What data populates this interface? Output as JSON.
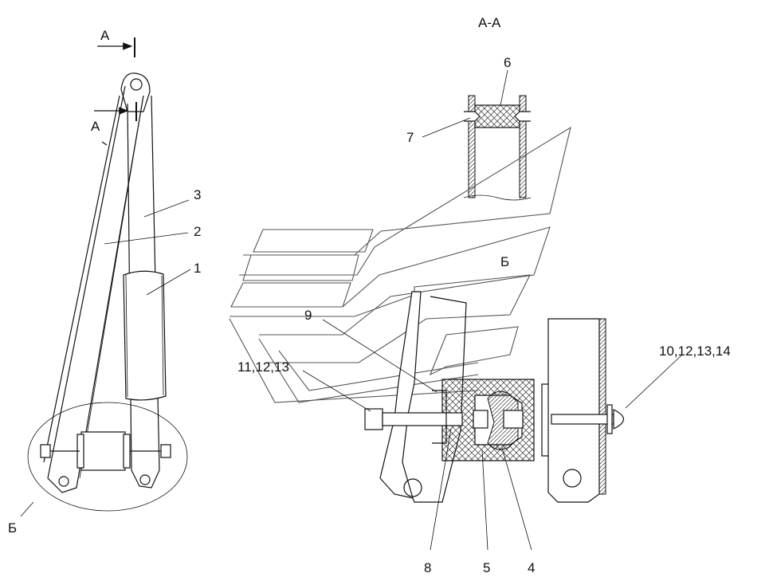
{
  "section_marks": {
    "top_left": "А",
    "bottom_left": "А",
    "view_title": "А-А",
    "detail_circle": "Б",
    "detail_view": "Б"
  },
  "callouts": {
    "c1": "1",
    "c2": "2",
    "c3": "3",
    "c4": "4",
    "c5": "5",
    "c6": "6",
    "c7": "7",
    "c8": "8",
    "c9": "9",
    "c11": "11,12,13",
    "c10": "10,12,13,14"
  },
  "colors": {
    "line": "#111111",
    "background": "#ffffff",
    "detail_outline": "#555555"
  }
}
